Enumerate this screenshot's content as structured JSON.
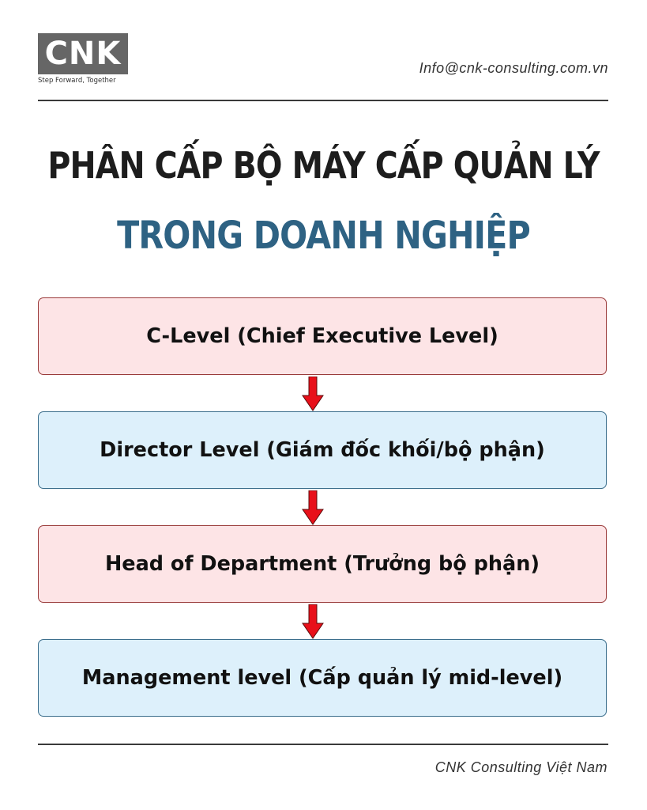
{
  "header": {
    "logo_text": "CNK",
    "tagline": "Step Forward, Together",
    "email": "Info@cnk-consulting.com.vn"
  },
  "title": {
    "line1": "PHÂN CẤP BỘ MÁY CẤP QUẢN LÝ",
    "line2": "TRONG DOANH NGHIỆP"
  },
  "levels": [
    {
      "label": "C-Level (Chief Executive Level)",
      "fill": "#fde4e6",
      "border": "#9a3a3a"
    },
    {
      "label": "Director Level (Giám đốc khối/bộ phận)",
      "fill": "#ddf0fb",
      "border": "#3b6e8c"
    },
    {
      "label": "Head of Department (Trưởng bộ phận)",
      "fill": "#fde4e6",
      "border": "#9a3a3a"
    },
    {
      "label": "Management level (Cấp quản lý mid-level)",
      "fill": "#ddf0fb",
      "border": "#3b6e8c"
    }
  ],
  "arrow_color": "#e8101a",
  "footer": {
    "text": "CNK Consulting Việt Nam"
  }
}
